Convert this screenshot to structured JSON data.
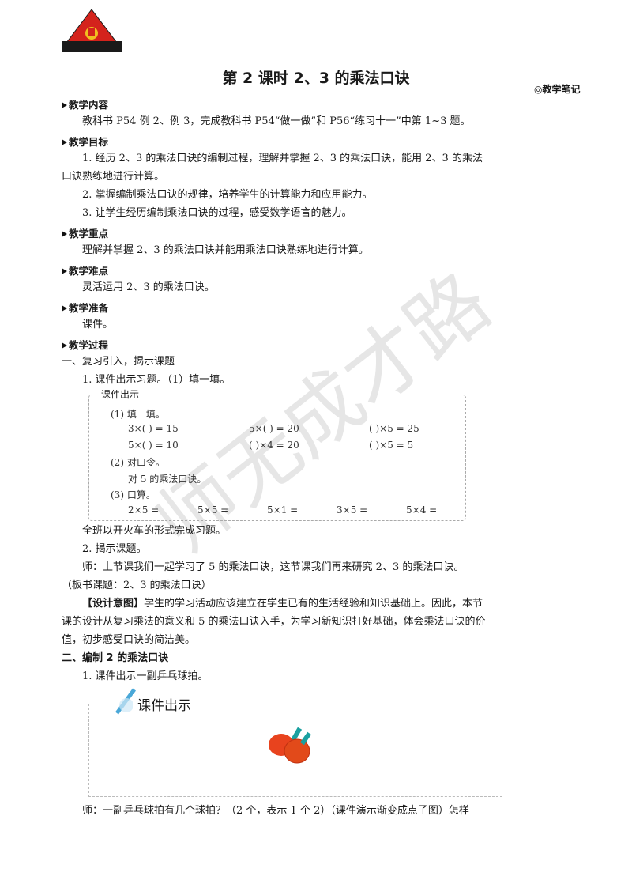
{
  "header": {
    "title": "第 2 课时  2、3 的乘法口诀",
    "notes_label": "◎教学笔记"
  },
  "sections": {
    "content_heading": "教学内容",
    "content_text": "教科书 P54 例 2、例 3，完成教科书 P54“做一做”和 P56“练习十一”中第 1~3 题。",
    "goals_heading": "教学目标",
    "goal1": "1. 经历 2、3 的乘法口诀的编制过程，理解并掌握 2、3 的乘法口诀，能用 2、3 的乘法口诀熟练地进行计算。",
    "goal2": "2. 掌握编制乘法口诀的规律，培养学生的计算能力和应用能力。",
    "goal3": "3. 让学生经历编制乘法口诀的过程，感受数学语言的魅力。",
    "key_heading": "教学重点",
    "key_text": "理解并掌握 2、3 的乘法口诀并能用乘法口诀熟练地进行计算。",
    "diff_heading": "教学难点",
    "diff_text": "灵活运用 2、3 的乘法口诀。",
    "prep_heading": "教学准备",
    "prep_text": "课件。",
    "process_heading": "教学过程",
    "step1": "一、复习引入，揭示课题",
    "step1_1": "1. 课件出示习题。（1）填一填。"
  },
  "box1": {
    "label": "课件出示",
    "q1": "(1) 填一填。",
    "row1": [
      "3×(      ) = 15",
      "5×(      ) = 20",
      "(      )×5 = 25"
    ],
    "row2": [
      "5×(      ) = 10",
      "(      )×4 = 20",
      "(      )×5 = 5"
    ],
    "q2": "(2) 对口令。",
    "q2_text": "对 5 的乘法口诀。",
    "q3": "(3) 口算。",
    "row3": [
      "2×5 =",
      "5×5 =",
      "5×1 =",
      "3×5 =",
      "5×4 ="
    ]
  },
  "after": {
    "t1": "全班以开火车的形式完成习题。",
    "t2": "2. 揭示课题。",
    "t3": "师：上节课我们一起学习了 5 的乘法口诀，这节课我们再来研究 2、3 的乘法口诀。",
    "t4": "（板书课题：2、3 的乘法口诀）",
    "design_tag": "【设计意图】",
    "design_text": "学生的学习活动应该建立在学生已有的生活经验和知识基础上。因此，本节课的设计从复习乘法的意义和 5 的乘法口诀入手，为学习新知识打好基础，体会乘法口诀的价值，初步感受口诀的简洁美。",
    "step2": "二、编制 2 的乘法口诀",
    "step2_1": "1. 课件出示一副乒乓球拍。"
  },
  "box2": {
    "label": "课件出示"
  },
  "footer": {
    "t1": "师：一副乒乓球拍有几个球拍？（2 个，表示 1 个 2）（课件演示渐变成点子图）怎样"
  },
  "watermark": {
    "text": "师无成才路"
  },
  "colors": {
    "logo_red": "#d4231c",
    "logo_black": "#1a1a1a",
    "paddle": "#e8431e",
    "handle": "#1aa0a0"
  }
}
